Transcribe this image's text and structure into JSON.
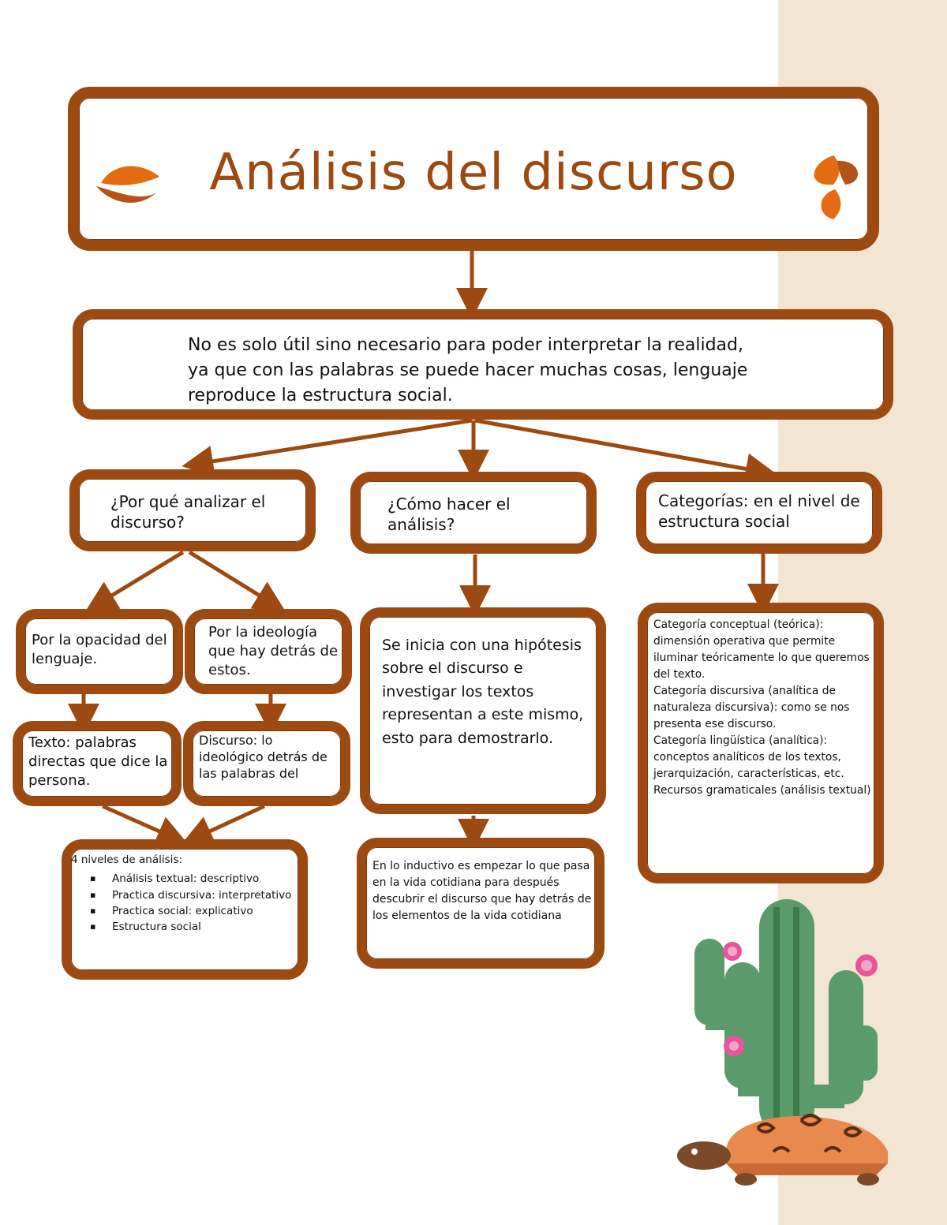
{
  "title": "Análisis del discurso",
  "intro": {
    "line1": "No es solo útil sino necesario para poder interpretar la realidad,",
    "line2": "ya que con las palabras se puede hacer muchas cosas, lenguaje",
    "line3": "reproduce la estructura social."
  },
  "col1": {
    "heading": "¿Por qué analizar el discurso?",
    "opacity": "Por la opacidad del lenguaje.",
    "ideology": "Por la ideología que hay detrás de estos.",
    "texto": "Texto: palabras directas que dice la persona.",
    "discurso": "Discurso: lo ideológico detrás de las palabras del",
    "niveles": {
      "heading": "4 niveles de análisis:",
      "items": [
        "Análisis textual: descriptivo",
        "Practica discursiva: interpretativo",
        "Practica social: explicativo",
        "Estructura social"
      ]
    }
  },
  "col2": {
    "heading": "¿Cómo hacer el análisis?",
    "hipotesis": "Se inicia con una hipótesis sobre el discurso e investigar los textos representan a este mismo, esto para demostrarlo.",
    "inductivo": "En lo inductivo es empezar lo que pasa en la vida cotidiana para después descubrir el discurso que hay detrás de los elementos de la vida cotidiana"
  },
  "col3": {
    "heading": "Categorías: en el nivel de estructura social",
    "categories": [
      "Categoría conceptual (teórica): dimensión operativa que permite iluminar teóricamente lo que queremos del texto.",
      "Categoría discursiva (analítica de naturaleza discursiva): como se nos presenta ese discurso.",
      "Categoría lingüística (analítica): conceptos analíticos de los textos, jerarquización, características, etc.",
      "Recursos gramaticales (análisis textual)"
    ]
  },
  "colors": {
    "border": "#9c4a12",
    "accent": "#e36b12",
    "strip": "#f3e5d3"
  }
}
